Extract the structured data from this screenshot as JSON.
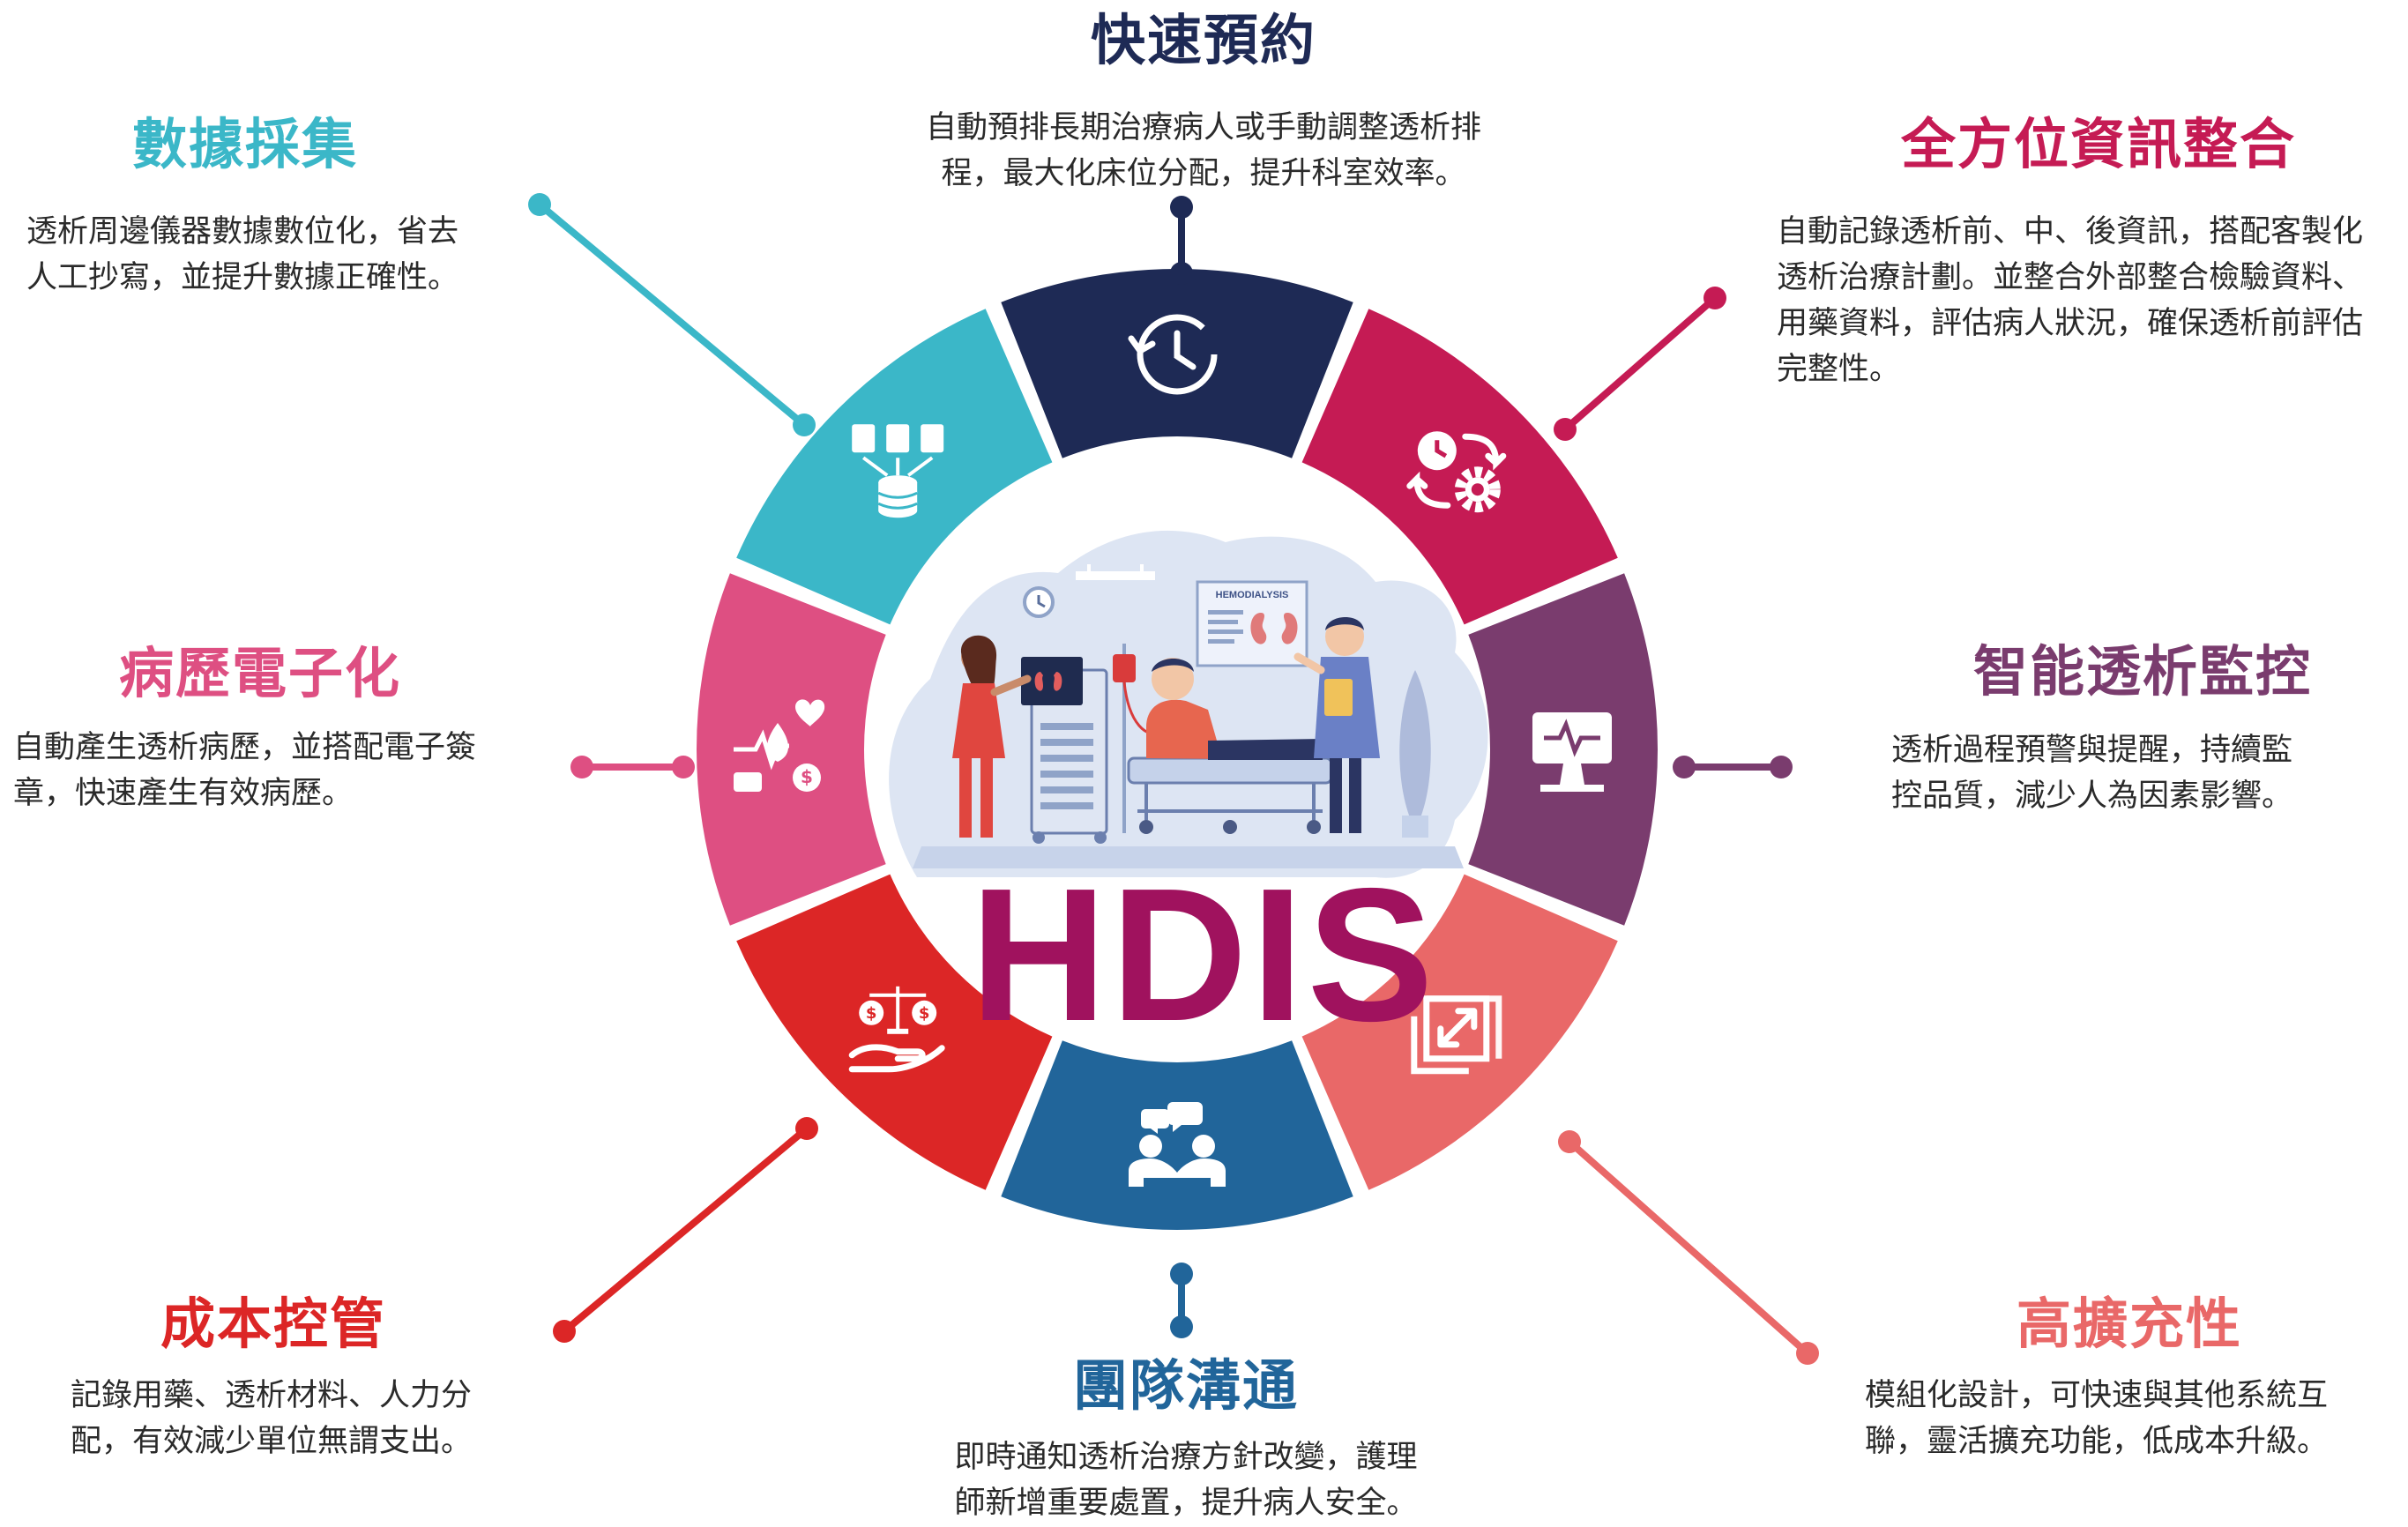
{
  "center": {
    "title": "HDIS",
    "color": "#a0125e"
  },
  "illustration": {
    "sign_text": "HEMODIALYSIS"
  },
  "features": [
    {
      "id": "booking",
      "title": "快速預約",
      "color": "#1e2a55",
      "icon": "clock-icon",
      "desc": [
        "自動預排長期治療病人或手動調整透析排",
        "程，最大化床位分配，提升科室效率。"
      ]
    },
    {
      "id": "integration",
      "title": "全方位資訊整合",
      "color": "#c51b54",
      "icon": "process-gear-icon",
      "desc": [
        "自動記錄透析前、中、後資訊，搭配客製化",
        "透析治療計劃。並整合外部整合檢驗資料、",
        "用藥資料，評估病人狀況，確保透析前評估",
        "完整性。"
      ]
    },
    {
      "id": "monitoring",
      "title": "智能透析監控",
      "color": "#7a3c6e",
      "icon": "monitor-icon",
      "desc": [
        "透析過程預警與提醒，持續監",
        "控品質，減少人為因素影響。"
      ]
    },
    {
      "id": "scalability",
      "title": "高擴充性",
      "color": "#e96868",
      "icon": "expand-icon",
      "desc": [
        "模組化設計，可快速與其他系統互",
        "聯，靈活擴充功能，低成本升級。"
      ]
    },
    {
      "id": "team",
      "title": "團隊溝通",
      "color": "#21659a",
      "icon": "team-chat-icon",
      "desc": [
        "即時通知透析治療方針改變，護理",
        "師新增重要處置，提升病人安全。"
      ]
    },
    {
      "id": "cost",
      "title": "成本控管",
      "color": "#dc2626",
      "icon": "balance-hand-icon",
      "desc": [
        "記錄用藥、透析材料、人力分",
        "配，有效減少單位無謂支出。"
      ]
    },
    {
      "id": "emr",
      "title": "病歷電子化",
      "color": "#de4f82",
      "icon": "health-record-icon",
      "desc": [
        "自動產生透析病歷，並搭配電子簽",
        "章，快速產生有效病歷。"
      ]
    },
    {
      "id": "data",
      "title": "數據採集",
      "color": "#3bb7c8",
      "icon": "data-collection-icon",
      "desc": [
        "透析周邊儀器數據數位化，省去",
        "人工抄寫，並提升數據正確性。"
      ]
    }
  ]
}
